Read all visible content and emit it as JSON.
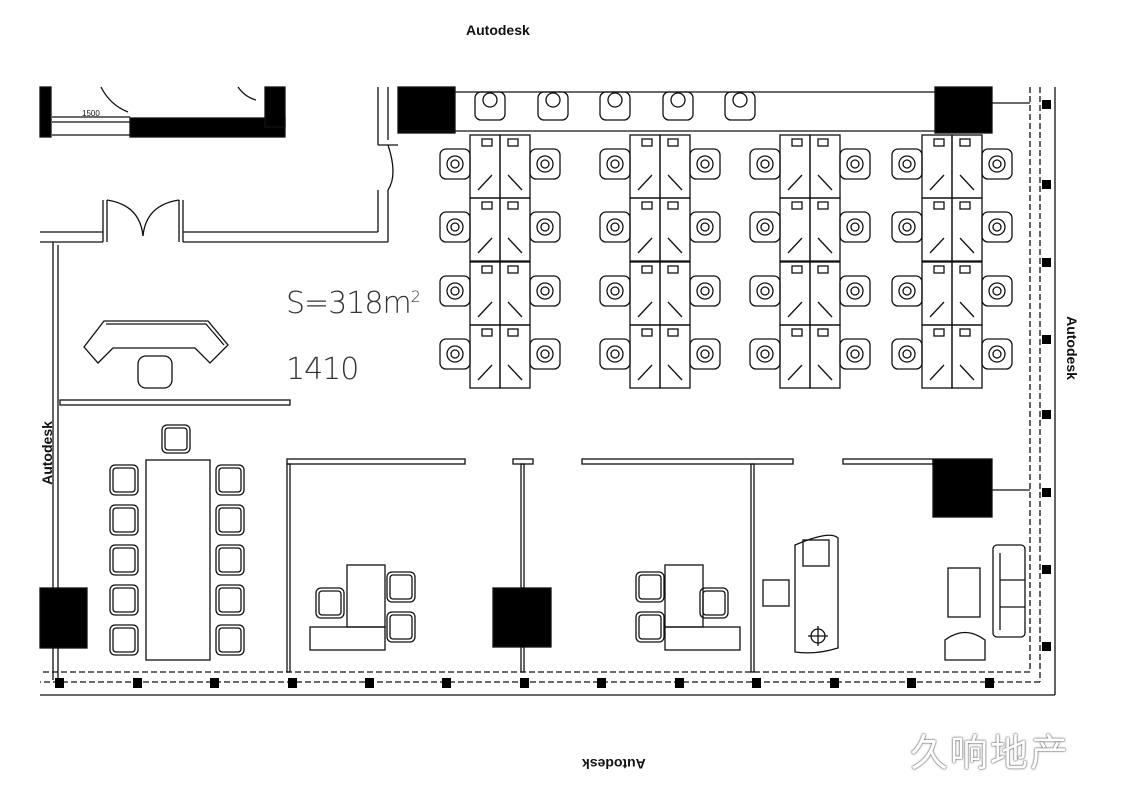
{
  "labels": {
    "top": "Autodesk",
    "right": "Autodesk",
    "left": "Autodesk",
    "bottom": "Autodesk"
  },
  "plan": {
    "area_label": "S=318m",
    "area_superscript": "2",
    "room_number": "1410",
    "dimension": "1500"
  },
  "watermark": "久响地产",
  "colors": {
    "line": "#111111",
    "fill": "#000000",
    "background": "#ffffff"
  }
}
